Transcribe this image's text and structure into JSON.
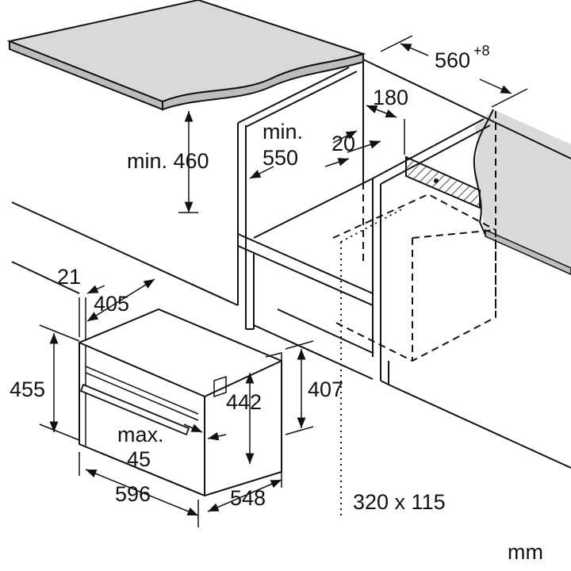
{
  "diagram": {
    "title": "Built-in compact oven installation dimensions",
    "unit": "mm",
    "cabinet": {
      "niche_width": "560",
      "niche_width_tolerance": "+8",
      "rear_opening_depth": "180",
      "min_depth_label": "min.",
      "min_depth": "550",
      "back_gap": "20",
      "min_height_label": "min. 460",
      "ventilation_opening": "320 x 115"
    },
    "appliance": {
      "door_thickness": "21",
      "front_depth": "405",
      "front_height": "455",
      "body_height": "442",
      "rear_height": "407",
      "max_label": "max.",
      "max_value": "45",
      "width": "596",
      "depth": "548"
    }
  }
}
